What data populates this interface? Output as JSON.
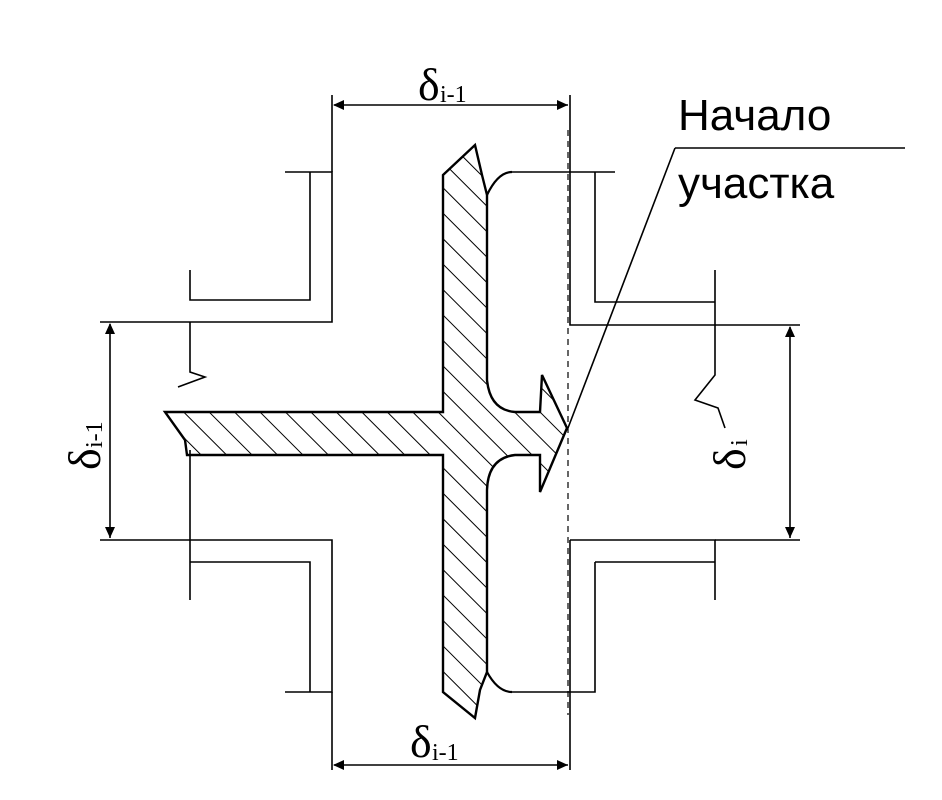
{
  "labels": {
    "delta_symbol": "δ",
    "top_subscript": "i-1",
    "bottom_subscript": "i-1",
    "left_subscript": "i-1",
    "right_subscript": "i",
    "annotation_line1": "Начало",
    "annotation_line2": "участка"
  },
  "colors": {
    "ink": "#000000",
    "background": "#ffffff"
  }
}
